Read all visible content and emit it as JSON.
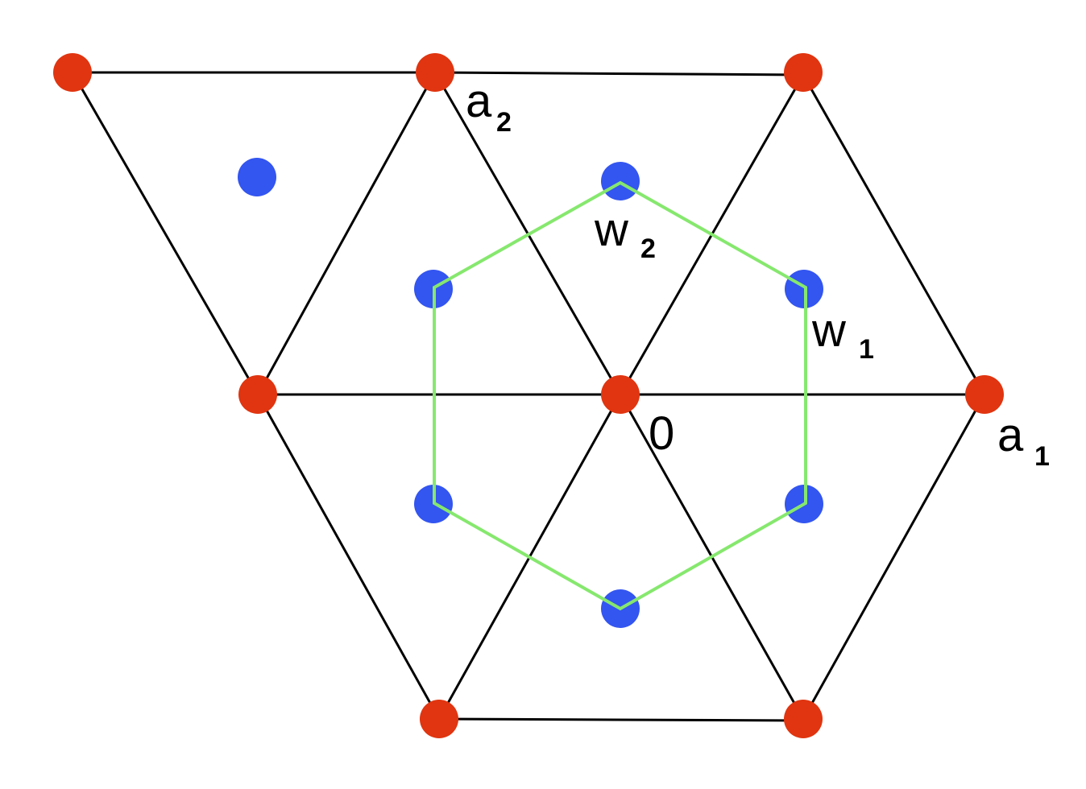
{
  "colors": {
    "lattice_point": "#e03510",
    "weight_point": "#3355f0",
    "edge": "#000000",
    "hexagon": "#86e86e"
  },
  "labels": {
    "a2": {
      "main": "a",
      "sub": "2"
    },
    "a1": {
      "main": "a",
      "sub": "1"
    },
    "w2": {
      "main": "w",
      "sub": "2"
    },
    "w1": {
      "main": "w",
      "sub": "1"
    },
    "origin": {
      "main": "0"
    }
  }
}
